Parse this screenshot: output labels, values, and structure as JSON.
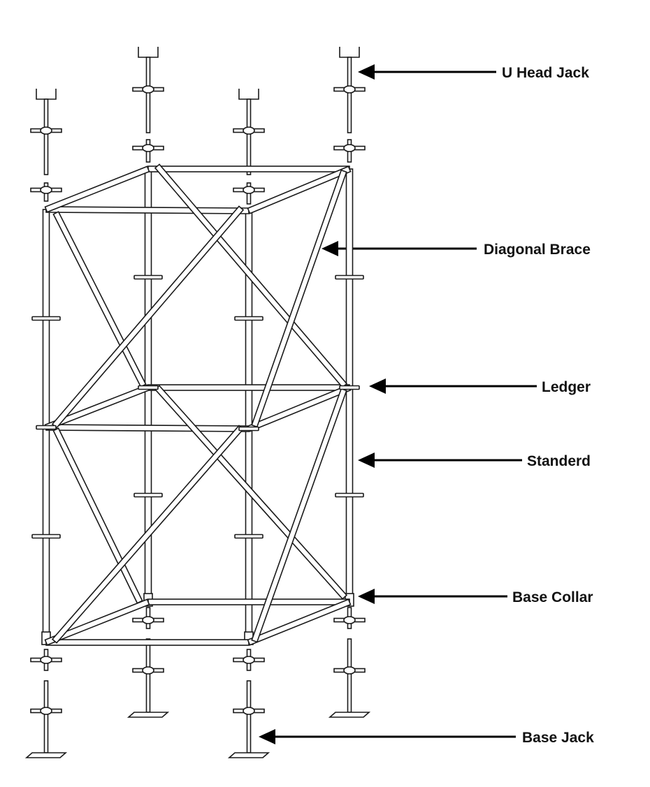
{
  "labels": {
    "u_head_jack": "U Head Jack",
    "diagonal_brace": "Diagonal Brace",
    "ledger": "Ledger",
    "standard": "Standerd",
    "base_collar": "Base Collar",
    "base_jack": "Base Jack"
  },
  "colors": {
    "line": "#1a1a1a",
    "pointer": "#000000",
    "background": "#ffffff"
  }
}
